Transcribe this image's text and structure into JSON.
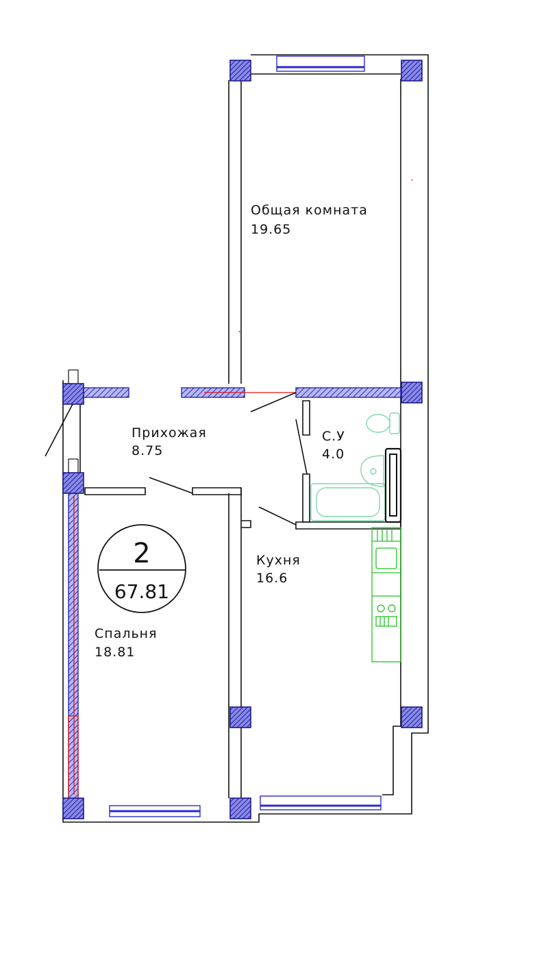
{
  "rooms": {
    "living": {
      "name": "Общая комната",
      "area": "19.65"
    },
    "hall": {
      "name": "Прихожая",
      "area": "8.75"
    },
    "bathroom": {
      "name": "С.У",
      "area": "4.0"
    },
    "kitchen": {
      "name": "Кухня",
      "area": "16.6"
    },
    "bedroom": {
      "name": "Спальня",
      "area": "18.81"
    }
  },
  "badge": {
    "rooms_count": "2",
    "total_area": "67.81"
  },
  "colors": {
    "column_fill": "#5a5ad6",
    "window": "#2a2ad0",
    "bathroom_fixtures": "#7fd9a8",
    "kitchen_fixtures": "#22c222",
    "accent_red": "#e01515"
  }
}
